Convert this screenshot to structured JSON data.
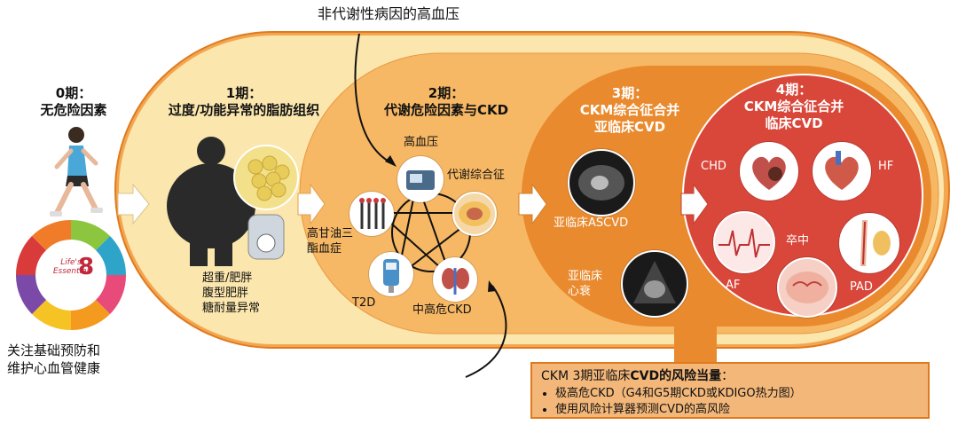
{
  "top_label": "非代谢性病因的高血压",
  "stage0": {
    "title_line1": "0期：",
    "title_line2": "无危险因素",
    "caption_line1": "关注基础预防和",
    "caption_line2": "维护心血管健康",
    "badge_top": "Life's",
    "badge_mid": "Essential",
    "badge_num": "8"
  },
  "stage1": {
    "title_line1": "1期：",
    "title_line2": "过度/功能异常的脂肪组织",
    "items": [
      "超重/肥胖",
      "腹型肥胖",
      "糖耐量异常"
    ]
  },
  "stage2": {
    "title_line1": "2期：",
    "title_line2": "代谢危险因素与CKD",
    "nodes": {
      "hypertension": "高血压",
      "metabolic": "代谢综合征",
      "tg_line1": "高甘油三",
      "tg_line2": "酯血症",
      "t2d": "T2D",
      "ckd": "中高危CKD"
    }
  },
  "stage3": {
    "title_line1": "3期：",
    "title_line2": "CKM综合征合并",
    "title_line3": "亚临床CVD",
    "ascvd": "亚临床ASCVD",
    "hf_line1": "亚临床",
    "hf_line2": "心衰"
  },
  "stage4": {
    "title_line1": "4期：",
    "title_line2": "CKM综合征合并",
    "title_line3": "临床CVD",
    "chd": "CHD",
    "hf": "HF",
    "af": "AF",
    "stroke": "卒中",
    "pad": "PAD"
  },
  "risk_box": {
    "title_prefix": "CKM 3期亚临床",
    "title_bold": "CVD的风险当量",
    "title_suffix": "：",
    "items": [
      "极高危CKD（G4和G5期CKD或KDIGO热力图）",
      "使用风险计算器预测CVD的高风险"
    ]
  },
  "colors": {
    "stage1_bg": "#fbe6ad",
    "stage2_bg": "#f7b865",
    "stage3_bg": "#e98a2e",
    "stage4_bg": "#d9463a",
    "border": "#e07a1f"
  }
}
